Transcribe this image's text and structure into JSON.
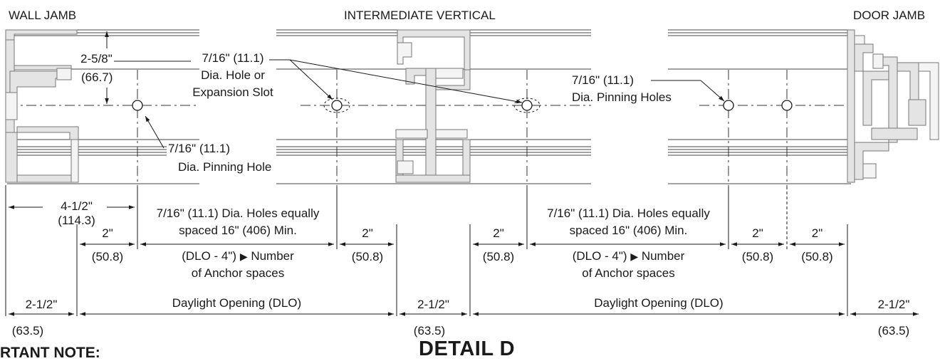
{
  "headers": {
    "wall_jamb": "WALL JAMB",
    "intermediate_vertical": "INTERMEDIATE VERTICAL",
    "door_jamb": "DOOR JAMB"
  },
  "callouts": {
    "offset_fraction": "2-5/8\"",
    "offset_metric": "(66.7)",
    "slot_line1": "7/16\" (11.1)",
    "slot_line2": "Dia. Hole or",
    "slot_line3": "Expansion Slot",
    "pin_holes_line1": "7/16\" (11.1)",
    "pin_holes_line2": "Dia. Pinning Holes",
    "pin_hole_line1": "7/16\" (11.1)",
    "pin_hole_line2": "Dia. Pinning Hole"
  },
  "dimensions": {
    "edge_fraction": "4-1/2\"",
    "edge_metric": "(114.3)",
    "spacing_left_line1": "7/16\" (11.1) Dia. Holes equally",
    "spacing_left_line2": "spaced 16\" (406) Min.",
    "spacing_left_line3": "(DLO - 4\") ",
    "spacing_left_line3b": " Number",
    "spacing_left_line4": "of Anchor spaces",
    "spacing_right_line1": "7/16\" (11.1) Dia. Holes equally",
    "spacing_right_line2": "spaced 16\" (406) Min.",
    "spacing_right_line3": "(DLO - 4\") ",
    "spacing_right_line3b": " Number",
    "spacing_right_line4": "of Anchor spaces",
    "two_in": "2\"",
    "two_in_metric": "(50.8)",
    "two_half": "2-1/2\"",
    "two_half_metric": "(63.5)",
    "dlo": "Daylight Opening (DLO)"
  },
  "footer": {
    "detail": "DETAIL D",
    "note": "RTANT NOTE:"
  }
}
